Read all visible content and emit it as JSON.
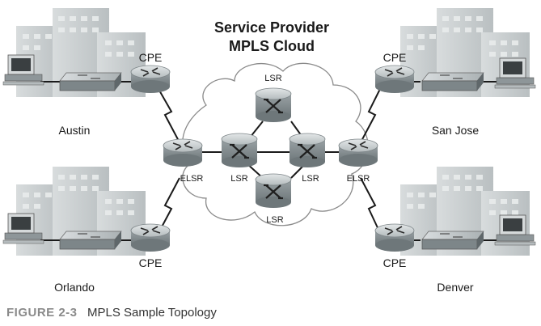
{
  "title": {
    "line1": "Service Provider",
    "line2": "MPLS Cloud"
  },
  "sites": {
    "austin": "Austin",
    "orlando": "Orlando",
    "san_jose": "San Jose",
    "denver": "Denver"
  },
  "devices": {
    "cpe": "CPE",
    "elsr": "ELSR",
    "lsr": "LSR"
  },
  "caption": {
    "figure": "FIGURE 2-3",
    "text": "MPLS Sample Topology"
  },
  "colors": {
    "router_body": "#8f979a",
    "router_top": "#c9cfd1",
    "building": "#cfd3d4",
    "cloud_fill": "#ffffff",
    "line": "#1a1a1a"
  }
}
